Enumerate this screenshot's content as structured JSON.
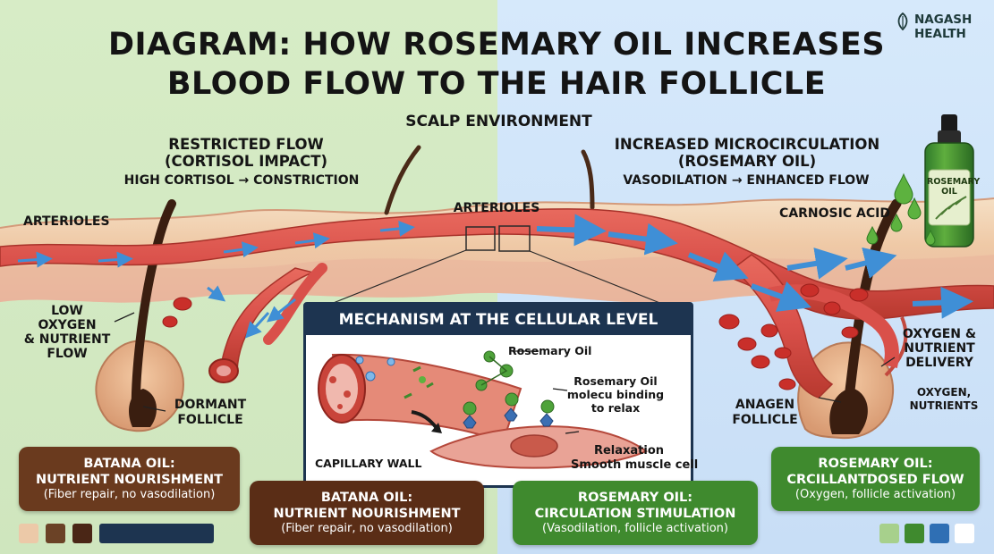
{
  "title": {
    "line1": "DIAGRAM: HOW ROSEMARY OIL INCREASES",
    "line2": "BLOOD FLOW TO THE HAIR FOLLICLE"
  },
  "brand": {
    "line1": "NAGASH",
    "line2": "HEALTH",
    "icon": "leaf-logo"
  },
  "scalp_environment": "SCALP ENVIRONMENT",
  "left": {
    "heading1": "RESTRICTED FLOW",
    "heading2": "(CORTISOL IMPACT)",
    "subheading": "HIGH CORTISOL → CONSTRICTION",
    "arterioles": "ARTERIOLES",
    "low_flow": [
      "LOW",
      "OXYGEN",
      "& NUTRIENT",
      "FLOW"
    ],
    "dormant": [
      "DORMANT",
      "FOLLICLE"
    ],
    "box": {
      "title1": "BATANA OIL:",
      "title2": "NUTRIENT NOURISHMENT",
      "sub": "(Fiber repair, no vasodilation)"
    }
  },
  "center": {
    "arterioles": "ARTERIOLES",
    "panel": {
      "title": "MECHANISM AT THE CELLULAR LEVEL",
      "rosemary_oil": "Rosemary Oil",
      "binding": [
        "Rosemary Oil",
        "molecu binding",
        "to relax"
      ],
      "capillary_wall": "CAPILLARY WALL",
      "relaxation": "Relaxation",
      "smooth_muscle": "Smooth muscle cell"
    },
    "box_batana": {
      "title1": "BATANA OIL:",
      "title2": "NUTRIENT NOURISHMENT",
      "sub": "(Fiber repair, no vasodilation)"
    },
    "box_rosemary": {
      "title1": "ROSEMARY OIL:",
      "title2": "CIRCULATION STIMULATION",
      "sub": "(Vasodilation, follicle activation)"
    }
  },
  "right": {
    "heading1": "INCREASED MICROCIRCULATION",
    "heading2": "(ROSEMARY OIL)",
    "subheading": "VASODILATION → ENHANCED FLOW",
    "carnosic": "CARNOSIC ACID",
    "bottle_label": [
      "ROSEMARY",
      "OIL"
    ],
    "delivery": [
      "OXYGEN &",
      "NUTRIENT",
      "DELIVERY"
    ],
    "oxygen_nutrients": [
      "OXYGEN,",
      "NUTRIENTS"
    ],
    "anagen": [
      "ANAGEN",
      "FOLLICLE"
    ],
    "box": {
      "title1": "ROSEMARY OIL:",
      "title2": "CRCILLANTDOSED FLOW",
      "sub": "(Oxygen, follicle activation)"
    }
  },
  "colors": {
    "left_bg": "#d7ecc6",
    "right_bg": "#d6e9fb",
    "vessel": "#d9504a",
    "flow_arrow": "#4a9ee0",
    "batana_brown": "#6a3a1e",
    "rosemary_green": "#3f8a2e",
    "panel_navy": "#1d3450"
  },
  "swatches_left": [
    "#ecc9a8",
    "#6b4226",
    "#4a2616",
    "#1d3450"
  ],
  "swatches_right": [
    "#a7d08c",
    "#3f8a2e",
    "#2f6fb4",
    "#ffffff"
  ]
}
